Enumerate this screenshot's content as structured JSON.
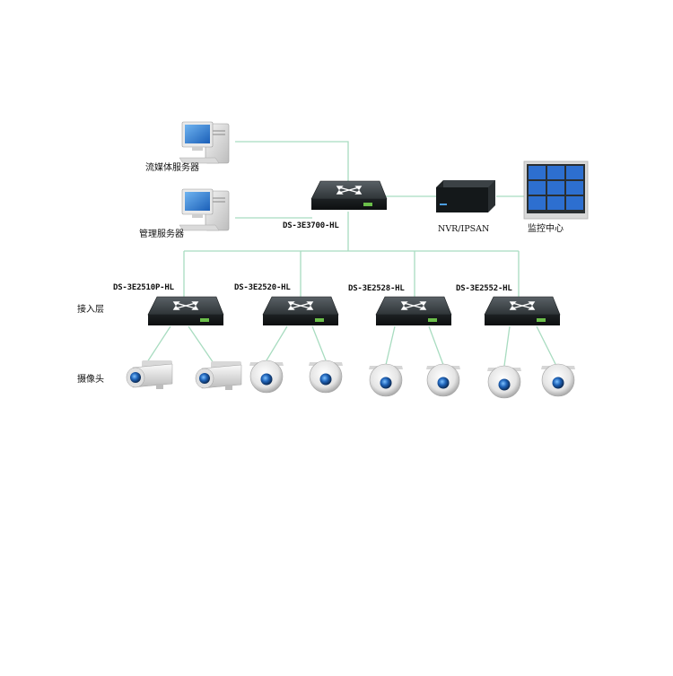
{
  "labels": {
    "streaming_server": "流媒体服务器",
    "management_server": "管理服务器",
    "core_switch": "DS-3E3700-HL",
    "nvr": "NVR/IPSAN",
    "monitor_center": "监控中心",
    "access_layer": "接入层",
    "camera_layer": "摄像头"
  },
  "access_switches": [
    {
      "model": "DS-3E2510P-HL"
    },
    {
      "model": "DS-3E2520-HL"
    },
    {
      "model": "DS-3E2528-HL"
    },
    {
      "model": "DS-3E2552-HL"
    }
  ],
  "cameras": [
    {
      "kind": "bullet-camera"
    },
    {
      "kind": "bullet-camera"
    },
    {
      "kind": "dome-camera"
    },
    {
      "kind": "dome-camera"
    },
    {
      "kind": "dome-camera"
    },
    {
      "kind": "dome-camera"
    },
    {
      "kind": "dome-camera"
    },
    {
      "kind": "dome-camera"
    }
  ],
  "colors": {
    "link_line": "#a8dcc0",
    "switch_body": "#2b3033",
    "screen_blue": "#2d6fd0",
    "camera_lens": "#1f63b8"
  }
}
